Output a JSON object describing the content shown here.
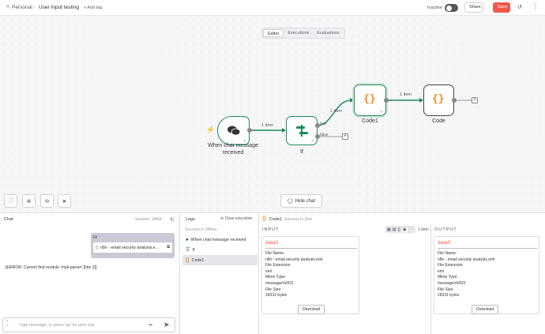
{
  "header": {
    "workspace": "Personal",
    "separator": "/",
    "workflow_name": "User Input testing",
    "add_tag": "+ Add tag",
    "status_label": "Inactive",
    "share_label": "Share",
    "save_label": "Save"
  },
  "canvas": {
    "tabs": [
      {
        "label": "Editor"
      },
      {
        "label": "Executions"
      },
      {
        "label": "Evaluations"
      }
    ],
    "nodes": {
      "trigger": {
        "label": "When chat message received"
      },
      "if": {
        "label": "If"
      },
      "code1": {
        "label": "Code1"
      },
      "code": {
        "label": "Code"
      }
    },
    "edges": {
      "trigger_to_if": "1 item",
      "if_true_to_code1": "1 item",
      "code1_to_code": "1 item",
      "true_label": "true",
      "false_label": "false"
    },
    "hide_chat": "Hide chat",
    "accent_color": "#1e8a5a",
    "code_icon_color": "#f08a24"
  },
  "chat": {
    "title": "Chat",
    "session": "Session: 148bf...",
    "user_msg": "Hi",
    "attachment": "n8n - email security analysis.e...",
    "error": "[ERROR: Cannot find module 'mail-parser' [line 2]]",
    "input_placeholder": "Type message, or press 'up' for prev one"
  },
  "logs": {
    "title": "Logs",
    "clear": "Clear execution",
    "success": "Success in 345ms",
    "items": [
      {
        "label": "When chat message received"
      },
      {
        "label": "If"
      },
      {
        "label": "Code1"
      }
    ]
  },
  "detail": {
    "node_title": "Code1",
    "success": "Success in 9ms",
    "input_label": "INPUT",
    "output_label": "OUTPUT",
    "items_count": "1 item",
    "binary_key": "data0",
    "fields": [
      {
        "label": "File Name:",
        "value": "n8n - email security analysis.eml"
      },
      {
        "label": "File Extension:",
        "value": "eml"
      },
      {
        "label": "Mime Type:",
        "value": "message/rfc822"
      },
      {
        "label": "File Size:",
        "value": "18331 bytes"
      }
    ],
    "download": "Download"
  }
}
